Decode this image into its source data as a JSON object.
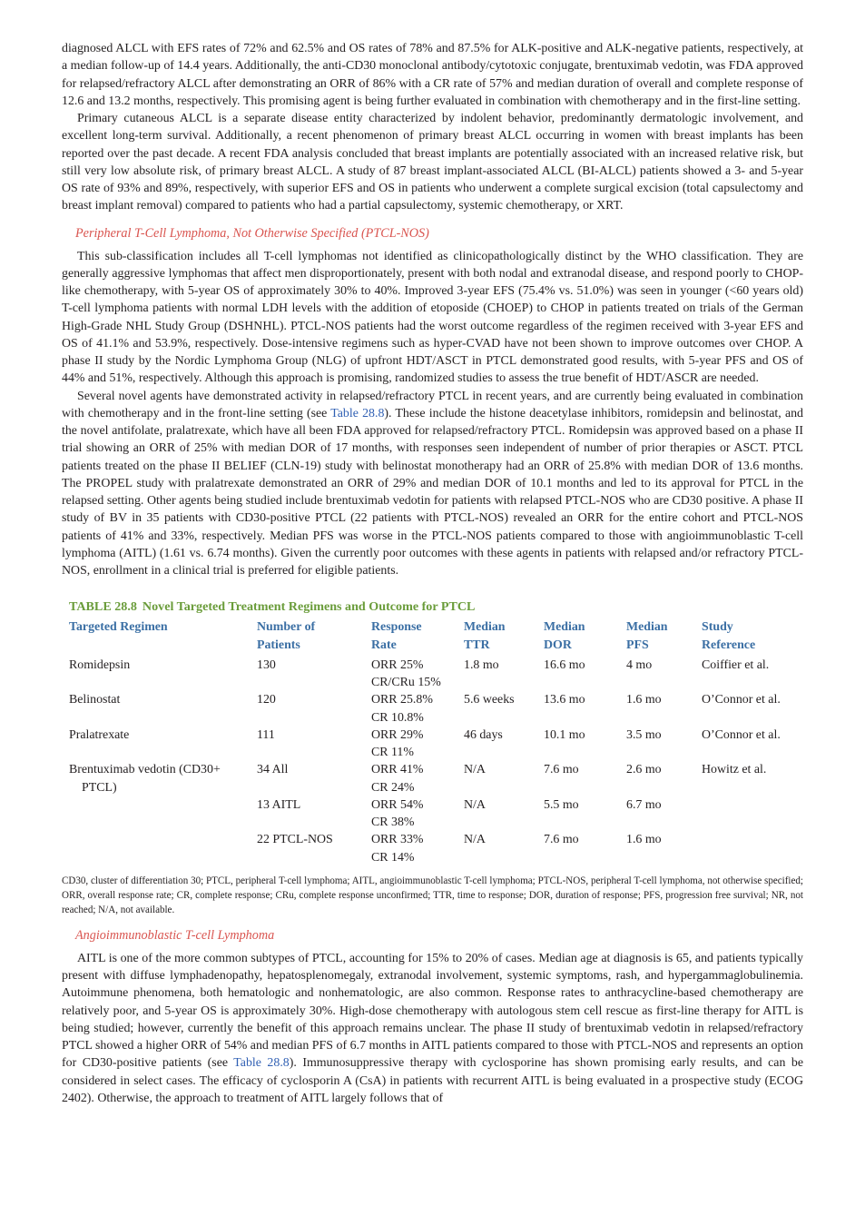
{
  "paragraphs_top": [
    "diagnosed ALCL with EFS rates of 72% and 62.5% and OS rates of 78% and 87.5% for ALK-positive and ALK-negative patients, respectively, at a median follow-up of 14.4 years. Additionally, the anti-CD30 monoclonal antibody/cytotoxic conjugate, brentuximab vedotin, was FDA approved for relapsed/refractory ALCL after demonstrating an ORR of 86% with a CR rate of 57% and median duration of overall and complete response of 12.6 and 13.2 months, respectively. This promising agent is being further evaluated in combination with chemotherapy and in the first-line setting.",
    "Primary cutaneous ALCL is a separate disease entity characterized by indolent behavior, predominantly dermatologic involvement, and excellent long-term survival. Additionally, a recent phenomenon of primary breast ALCL occurring in women with breast implants has been reported over the past decade. A recent FDA analysis concluded that breast implants are potentially associated with an increased relative risk, but still very low absolute risk, of primary breast ALCL. A study of 87 breast implant-associated ALCL (BI-ALCL) patients showed a 3- and 5-year OS rate of 93% and 89%, respectively, with superior EFS and OS in patients who underwent a complete surgical excision (total capsulectomy and breast implant removal) compared to patients who had a partial capsulectomy, systemic chemotherapy, or XRT."
  ],
  "section1": {
    "heading": "Peripheral T-Cell Lymphoma, Not Otherwise Specified (PTCL-NOS)",
    "p1": "This sub-classification includes all T-cell lymphomas not identified as clinicopathologically distinct by the WHO classification. They are generally aggressive lymphomas that affect men disproportionately, present with both nodal and extranodal disease, and respond poorly to CHOP-like chemotherapy, with 5-year OS of approximately 30% to 40%. Improved 3-year EFS (75.4% vs. 51.0%) was seen in younger (<60 years old) T-cell lymphoma patients with normal LDH levels with the addition of etoposide (CHOEP) to CHOP in patients treated on trials of the German High-Grade NHL Study Group (DSHNHL). PTCL-NOS patients had the worst outcome regardless of the regimen received with 3-year EFS and OS of 41.1% and 53.9%, respectively. Dose-intensive regimens such as hyper-CVAD have not been shown to improve outcomes over CHOP. A phase II study by the Nordic Lymphoma Group (NLG) of upfront HDT/ASCT in PTCL demonstrated good results, with 5-year PFS and OS of 44% and 51%, respectively. Although this approach is promising, randomized studies to assess the true benefit of HDT/ASCR are needed.",
    "p2_before": "Several novel agents have demonstrated activity in relapsed/refractory PTCL in recent years, and are currently being evaluated in combination with chemotherapy and in the front-line setting (see ",
    "p2_link": "Table 28.8",
    "p2_after": "). These include the histone deacetylase inhibitors, romidepsin and belinostat, and the novel antifolate, pralatrexate, which have all been FDA approved for relapsed/refractory PTCL. Romidepsin was approved based on a phase II trial showing an ORR of 25% with median DOR of 17 months, with responses seen independent of number of prior therapies or ASCT. PTCL patients treated on the phase II BELIEF (CLN-19) study with belinostat monotherapy had an ORR of 25.8% with median DOR of 13.6 months. The PROPEL study with pralatrexate demonstrated an ORR of 29% and median DOR of 10.1 months and led to its approval for PTCL in the relapsed setting. Other agents being studied include brentuximab vedotin for patients with relapsed PTCL-NOS who are CD30 positive. A phase II study of BV in 35 patients with CD30-positive PTCL (22 patients with PTCL-NOS) revealed an ORR for the entire cohort and PTCL-NOS patients of 41% and 33%, respectively. Median PFS was worse in the PTCL-NOS patients compared to those with angioimmunoblastic T-cell lymphoma (AITL) (1.61 vs. 6.74 months). Given the currently poor outcomes with these agents in patients with relapsed and/or refractory PTCL-NOS, enrollment in a clinical trial is preferred for eligible patients."
  },
  "table": {
    "number": "TABLE 28.8",
    "title": "Novel Targeted Treatment Regimens and Outcome for PTCL",
    "headers": [
      [
        "Targeted Regimen"
      ],
      [
        "Number of",
        "Patients"
      ],
      [
        "Response",
        "Rate"
      ],
      [
        "Median",
        "TTR"
      ],
      [
        "Median",
        "DOR"
      ],
      [
        "Median",
        "PFS"
      ],
      [
        "Study",
        "Reference"
      ]
    ],
    "rows": [
      {
        "regimen": [
          "Romidepsin"
        ],
        "n": "130",
        "rr": [
          "ORR 25%",
          "CR/CRu 15%"
        ],
        "ttr": "1.8 mo",
        "dor": "16.6 mo",
        "pfs": "4 mo",
        "ref": "Coiffier et al."
      },
      {
        "regimen": [
          "Belinostat"
        ],
        "n": "120",
        "rr": [
          "ORR 25.8%",
          "CR 10.8%"
        ],
        "ttr": "5.6 weeks",
        "dor": "13.6 mo",
        "pfs": "1.6 mo",
        "ref": "O’Connor et al."
      },
      {
        "regimen": [
          "Pralatrexate"
        ],
        "n": "111",
        "rr": [
          "ORR 29%",
          "CR 11%"
        ],
        "ttr": "46 days",
        "dor": "10.1 mo",
        "pfs": "3.5 mo",
        "ref": "O’Connor et al."
      },
      {
        "regimen": [
          "Brentuximab vedotin (CD30+",
          "PTCL)"
        ],
        "n": "34 All",
        "rr": [
          "ORR 41%",
          "CR 24%"
        ],
        "ttr": "N/A",
        "dor": "7.6 mo",
        "pfs": "2.6 mo",
        "ref": "Howitz et al."
      },
      {
        "regimen": [
          ""
        ],
        "n": "13 AITL",
        "rr": [
          "ORR 54%",
          "CR 38%"
        ],
        "ttr": "N/A",
        "dor": "5.5 mo",
        "pfs": "6.7 mo",
        "ref": ""
      },
      {
        "regimen": [
          ""
        ],
        "n": "22 PTCL-NOS",
        "rr": [
          "ORR 33%",
          "CR 14%"
        ],
        "ttr": "N/A",
        "dor": "7.6 mo",
        "pfs": "1.6 mo",
        "ref": ""
      }
    ],
    "footnote": "CD30, cluster of differentiation 30; PTCL, peripheral T-cell lymphoma; AITL, angioimmunoblastic T-cell lymphoma; PTCL-NOS, peripheral T-cell lymphoma, not otherwise specified; ORR, overall response rate; CR, complete response; CRu, complete response unconfirmed; TTR, time to response; DOR, duration of response; PFS, progression free survival; NR, not reached; N/A, not available."
  },
  "section2": {
    "heading": "Angioimmunoblastic T-cell Lymphoma",
    "p1_before": "AITL is one of the more common subtypes of PTCL, accounting for 15% to 20% of cases. Median age at diagnosis is 65, and patients typically present with diffuse lymphadenopathy, hepatosplenomegaly, extranodal involvement, systemic symptoms, rash, and hypergammaglobulinemia. Autoimmune phenomena, both hematologic and nonhematologic, are also common. Response rates to anthracycline-based chemotherapy are relatively poor, and 5-year OS is approximately 30%. High-dose chemotherapy with autologous stem cell rescue as first-line therapy for AITL is being studied; however, currently the benefit of this approach remains unclear. The phase II study of brentuximab vedotin in relapsed/refractory PTCL showed a higher ORR of 54% and median PFS of 6.7 months in AITL patients compared to those with PTCL-NOS and represents an option for CD30-positive patients (see ",
    "p1_link": "Table 28.8",
    "p1_after": "). Immunosuppressive therapy with cyclosporine has shown promising early results, and can be considered in select cases. The efficacy of cyclosporin A (CsA) in patients with recurrent AITL is being evaluated in a prospective study (ECOG 2402). Otherwise, the approach to treatment of AITL largely follows that of"
  },
  "colors": {
    "heading_red": "#d9544f",
    "table_title_green": "#6a9c3a",
    "header_blue": "#3b6fa4",
    "link_blue": "#2f5fb3"
  }
}
